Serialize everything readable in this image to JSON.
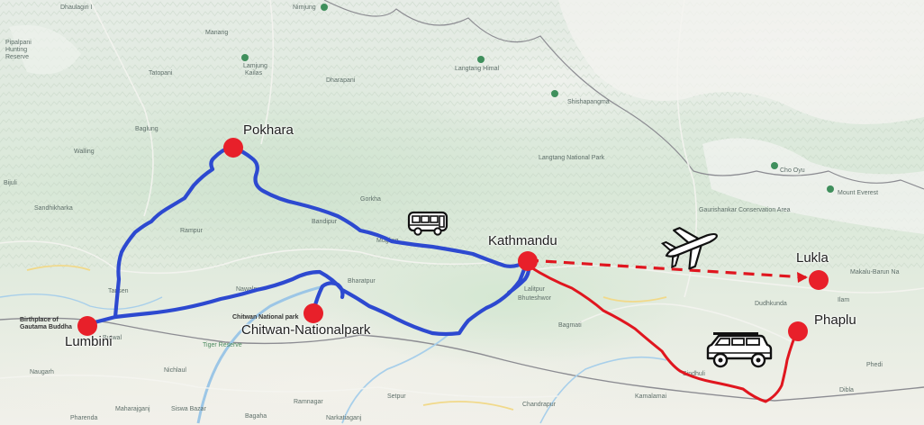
{
  "map": {
    "cities": [
      {
        "id": "pokhara",
        "label": "Pokhara"
      },
      {
        "id": "kathmandu",
        "label": "Kathmandu"
      },
      {
        "id": "lukla",
        "label": "Lukla"
      },
      {
        "id": "phaplu",
        "label": "Phaplu"
      },
      {
        "id": "lumbini",
        "label": "Lumbini"
      },
      {
        "id": "chitwan",
        "label": "Chitwan-Nationalpark"
      }
    ],
    "places": [
      "Dhaulagiri I",
      "Pipalpani",
      "Hunting",
      "Reserve",
      "Nimjung",
      "Manang",
      "Tatopani",
      "Lamjung",
      "Kailas",
      "Langtang Himal",
      "Shishapangma",
      "Langtang National Park",
      "Cho Oyu",
      "Mount Everest",
      "Gaurishankar Conservation Area",
      "Sandhikharka",
      "Tansen",
      "Birthplace of Gautama Buddha",
      "Chitwan National park",
      "Tiger Reserve",
      "Nichlaul",
      "Naugarh",
      "Siswa Bazar",
      "Maharajganj",
      "Ramnagar",
      "Narkatiaganj",
      "Chandrapur",
      "Kamalamai",
      "Makalu-Barun Na",
      "Dudhkunda",
      "Phedi",
      "Dibla",
      "Sindhuli",
      "Bagmati",
      "Gorkha",
      "Bandipur",
      "Mugling",
      "Pharenda",
      "Bagaha",
      "Setpur",
      "Bharatpur",
      "Nawalpur",
      "Baglung",
      "Walling",
      "Bhuteshwor",
      "Ilam",
      "Bijuli",
      "Dharapani",
      "Lalitpur",
      "Rampur",
      "Butwal"
    ],
    "route_colors": {
      "bus": "#2d49d0",
      "flight": "#e0161f",
      "jeep": "#e0161f"
    },
    "marker_color": "#e8202a",
    "icons": {
      "bus": "bus-icon",
      "plane": "airplane-icon",
      "jeep": "jeep-icon"
    }
  }
}
